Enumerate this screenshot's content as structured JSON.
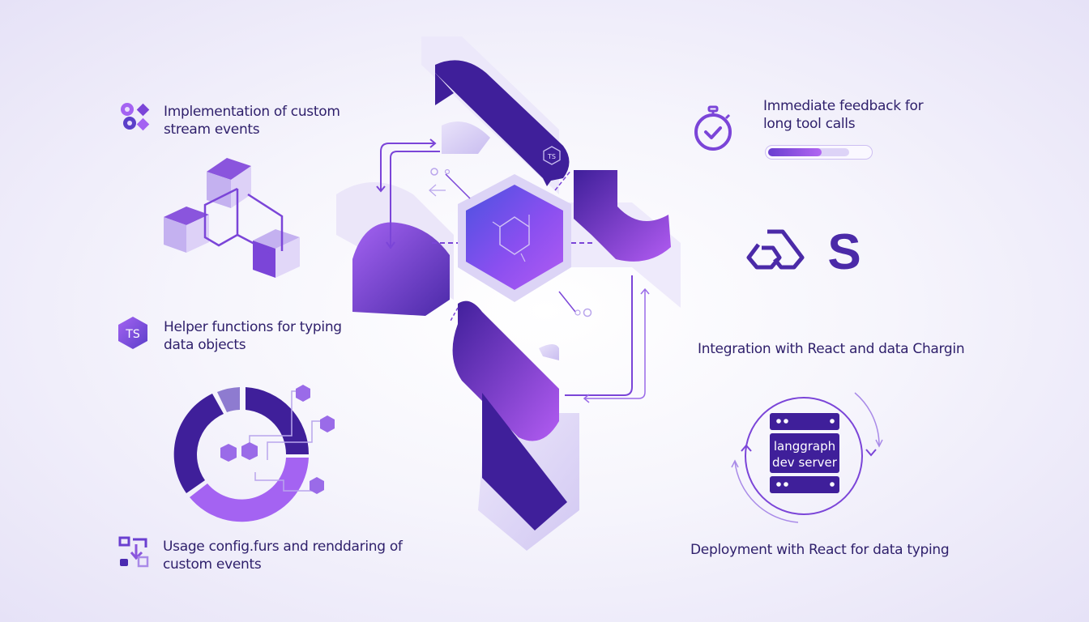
{
  "features": {
    "left": [
      {
        "id": "custom-stream-events",
        "icon": "shapes-icon",
        "lines": [
          "Implementation of custom",
          "stream events"
        ]
      },
      {
        "id": "helper-functions",
        "icon": "typescript-hex-icon",
        "badge": "TS",
        "lines": [
          "Helper functions for typing",
          "data objects"
        ]
      },
      {
        "id": "usage-config",
        "icon": "config-render-icon",
        "lines": [
          "Usage config.furs and renddaring of",
          "custom events"
        ]
      }
    ],
    "right": [
      {
        "id": "immediate-feedback",
        "icon": "stopwatch-check-icon",
        "lines": [
          "Immediate feedback for",
          "long tool calls"
        ],
        "progress_percent": 55
      },
      {
        "id": "react-integration",
        "icon": "logos-icon",
        "logo_letter": "S",
        "lines": [
          "Integration with React and data Chargin"
        ]
      },
      {
        "id": "deployment",
        "icon": "server-icon",
        "server_lines": [
          "langgraph",
          "dev server"
        ],
        "lines": [
          "Deployment with React for data typing"
        ]
      }
    ]
  },
  "center": {
    "badge": "TS",
    "icon": "hexagon-molecule-icon"
  },
  "colors": {
    "deep_purple": "#3f1f9a",
    "violet": "#7b45d8",
    "light_violet": "#a463f2",
    "lavender": "#c9bdf0",
    "text": "#2e1f6b",
    "blue_violet": "#5b4ee0"
  }
}
